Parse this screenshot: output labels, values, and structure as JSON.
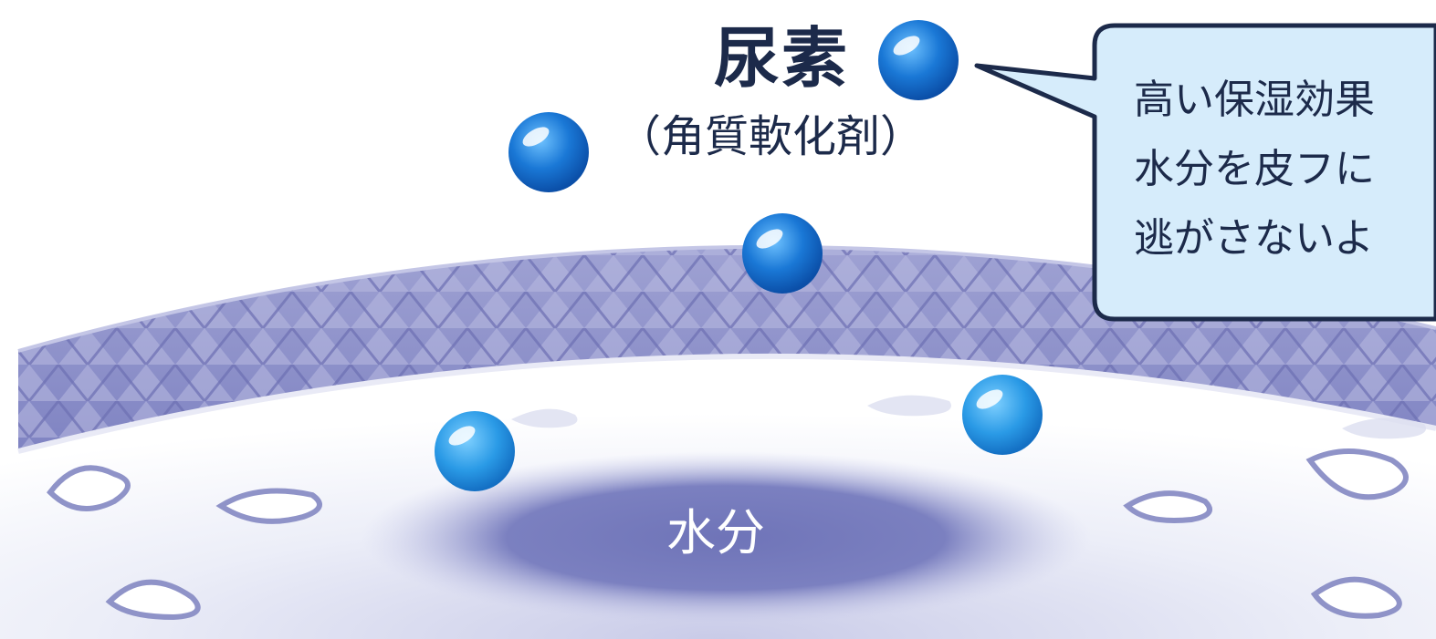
{
  "labels": {
    "urea_title": "尿素",
    "urea_subtitle": "（角質軟化剤）",
    "moisture": "水分"
  },
  "callout": {
    "lines": [
      "高い保湿効果",
      "水分を皮フに",
      "逃がさないよ"
    ]
  },
  "colors": {
    "bead_blue": "#1a78d6",
    "skin_layer": "#8a8cc8",
    "moisture_core": "#6f74b8",
    "callout_fill": "#d6ecfb",
    "callout_border": "#1c2a4a",
    "text_dark": "#1c2a4a"
  }
}
